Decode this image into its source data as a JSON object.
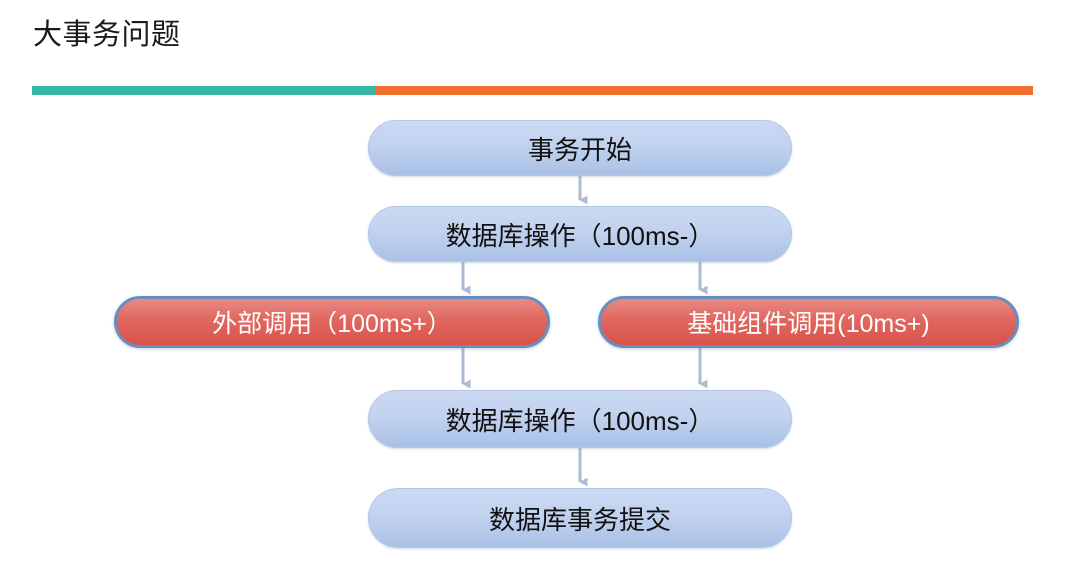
{
  "slide": {
    "title": "大事务问题"
  },
  "divider": {
    "left_color": "#35b7a4",
    "right_color": "#f1702f"
  },
  "flowchart": {
    "type": "flowchart",
    "orientation": "top-to-bottom",
    "palette": {
      "blue_fill_top": "#cbd9f2",
      "blue_fill_bottom": "#a9c1e6",
      "blue_border": "#b3c6e7",
      "blue_text": "#111111",
      "red_fill_top": "#e78b84",
      "red_fill_bottom": "#d9534c",
      "red_border": "#6b8cbe",
      "red_text": "#ffffff",
      "connector": "#aebbd4"
    },
    "nodes": [
      {
        "id": "tx-start",
        "label": "事务开始",
        "style": "blue"
      },
      {
        "id": "db-op-1",
        "label": "数据库操作（100ms-）",
        "style": "blue"
      },
      {
        "id": "external-call",
        "label": "外部调用（100ms+）",
        "style": "red"
      },
      {
        "id": "component-call",
        "label": "基础组件调用(10ms+)",
        "style": "red"
      },
      {
        "id": "db-op-2",
        "label": "数据库操作（100ms-）",
        "style": "blue"
      },
      {
        "id": "db-commit",
        "label": "数据库事务提交",
        "style": "blue"
      }
    ],
    "edges": [
      {
        "from": "tx-start",
        "to": "db-op-1"
      },
      {
        "from": "db-op-1",
        "to": "external-call"
      },
      {
        "from": "db-op-1",
        "to": "component-call"
      },
      {
        "from": "external-call",
        "to": "db-op-2"
      },
      {
        "from": "component-call",
        "to": "db-op-2"
      },
      {
        "from": "db-op-2",
        "to": "db-commit"
      }
    ]
  }
}
